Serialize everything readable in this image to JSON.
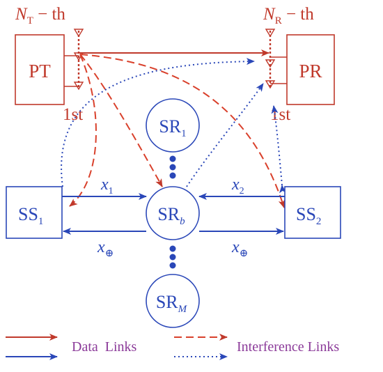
{
  "colors": {
    "primary_red": "#c0392b",
    "interference_red": "#d9402b",
    "blue": "#2a47b8",
    "legend_text": "#8b3a99"
  },
  "pt": {
    "label": "PT",
    "top_antenna": {
      "main": "N",
      "sub": "T",
      "suffix": " − th"
    },
    "bottom_antenna": "1st"
  },
  "pr": {
    "label": "PR",
    "top_antenna": {
      "main": "N",
      "sub": "R",
      "suffix": " − th"
    },
    "bottom_antenna": "1st"
  },
  "ss1": {
    "main": "SS",
    "sub": "1"
  },
  "ss2": {
    "main": "SS",
    "sub": "2"
  },
  "sr1": {
    "main": "SR",
    "sub": "1"
  },
  "srb": {
    "main": "SR",
    "sub": "b"
  },
  "srm": {
    "main": "SR",
    "sub": "M"
  },
  "links": {
    "x1": {
      "main": "x",
      "sub": "1"
    },
    "x2": {
      "main": "x",
      "sub": "2"
    },
    "xplus_left": {
      "main": "x",
      "sub": "⊕"
    },
    "xplus_right": {
      "main": "x",
      "sub": "⊕"
    }
  },
  "legend": {
    "data_links": "Data  Links",
    "interference_links": "Interference Links"
  }
}
